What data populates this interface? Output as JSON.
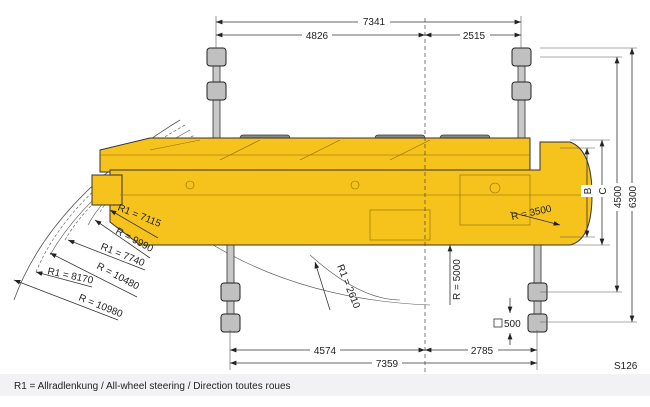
{
  "dimensions": {
    "overall_top": "7341",
    "top_left": "4826",
    "top_right": "2515",
    "bottom_left": "4574",
    "bottom_right": "2785",
    "overall_bottom": "7359",
    "b_label": "B",
    "c_label": "C",
    "width_4500": "4500",
    "width_6300": "6300",
    "pad_size": "500"
  },
  "radii": {
    "r1_2610": "R1 = 2610",
    "r_5000": "R = 5000",
    "r_3500": "R = 3500",
    "r1_7115": "R1 = 7115",
    "r_9990": "R = 9990",
    "r1_7740": "R1 = 7740",
    "r_10480": "R = 10480",
    "r1_8170": "R1 = 8170",
    "r_10980": "R = 10980"
  },
  "figure_code": "S126",
  "footnote": "R1 = Allradlenkung / All-wheel steering / Direction toutes roues",
  "colors": {
    "crane_body": "#f6c21c"
  }
}
